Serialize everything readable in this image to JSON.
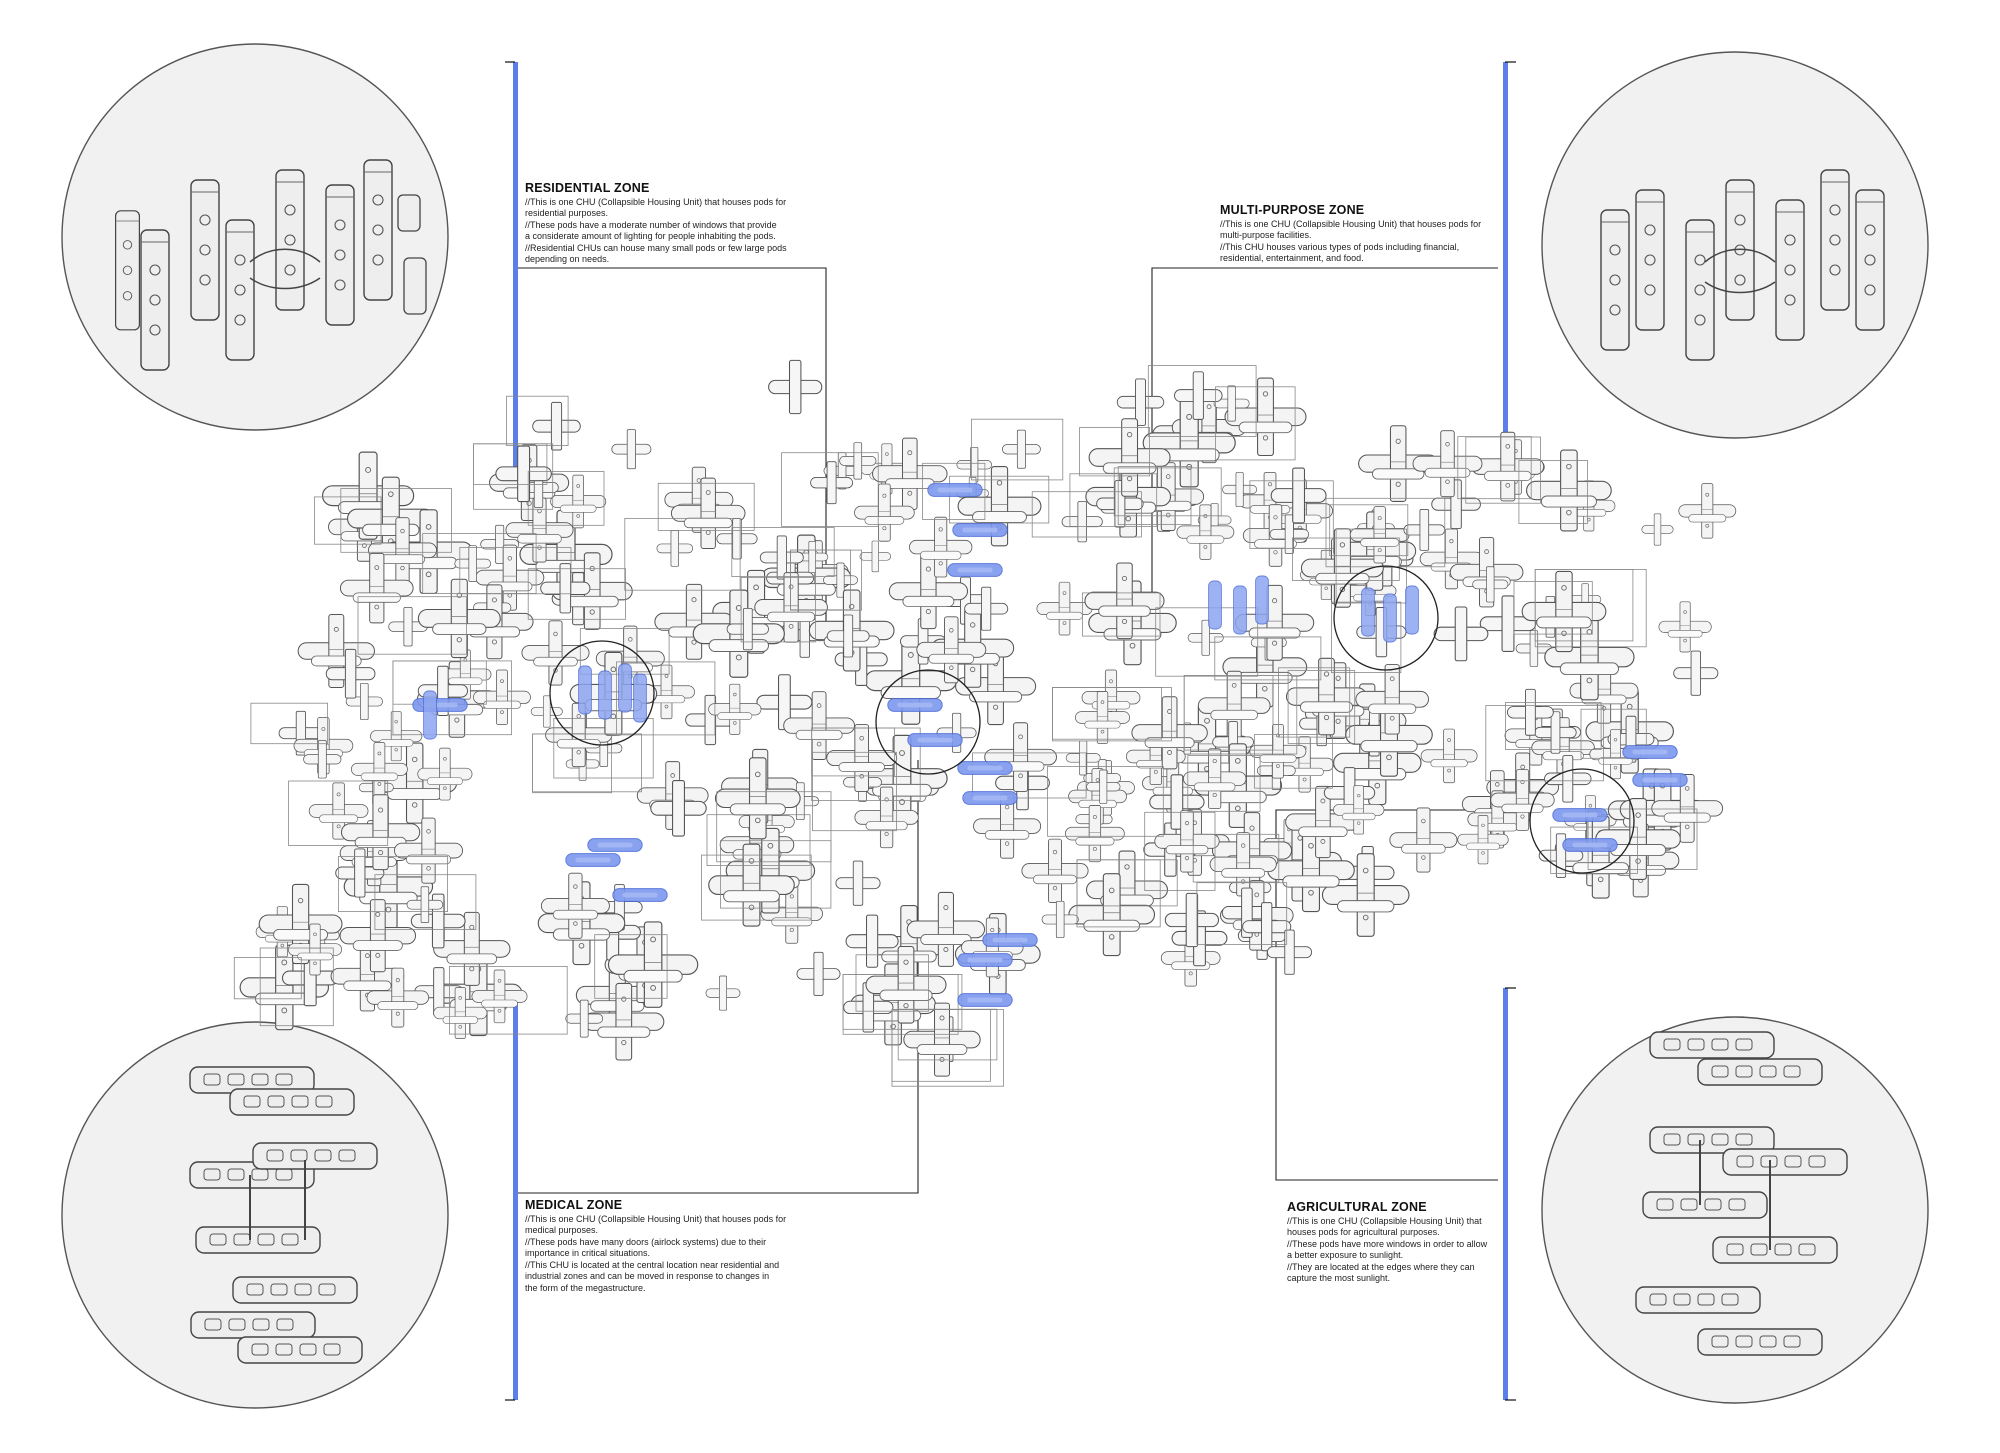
{
  "colors": {
    "background": "#ffffff",
    "structure_stroke": "#555555",
    "structure_fill": "#f4f4f4",
    "accent_blue": "#5b7ee8",
    "accent_blue_light": "#aebdf4",
    "circle_fill": "#f1f1f1",
    "circle_stroke": "#555555"
  },
  "zones": {
    "residential": {
      "title": "RESIDENTIAL ZONE",
      "lines": [
        "//This is one CHU (Collapsible Housing Unit) that houses pods for",
        "residential purposes.",
        "//These pods have a moderate number of windows that provide",
        "a considerate amount of lighting for people inhabiting the pods.",
        "//Residential CHUs can house many small pods or few large pods",
        "depending on needs."
      ]
    },
    "multipurpose": {
      "title": "MULTI-PURPOSE ZONE",
      "lines": [
        "//This is one CHU (Collapsible Housing Unit) that houses pods for",
        "multi-purpose facilities.",
        "//This CHU houses various types of pods including financial,",
        "residential, entertainment, and food."
      ]
    },
    "medical": {
      "title": "MEDICAL ZONE",
      "lines": [
        "//This is one CHU (Collapsible Housing Unit) that houses pods for",
        "medical purposes.",
        "//These pods have many doors (airlock systems) due to their",
        "importance in critical situations.",
        "//This CHU is located at the central location near residential and",
        "industrial zones and can be moved in response to changes in",
        "the form of the megastructure."
      ]
    },
    "agricultural": {
      "title": "AGRICULTURAL ZONE",
      "lines": [
        "//This is one CHU (Collapsible Housing Unit) that",
        "houses pods for agricultural purposes.",
        "//These pods have more windows in order to allow",
        "a better exposure to sunlight.",
        "//They are located at the edges where they can",
        "capture the most sunlight."
      ]
    }
  }
}
